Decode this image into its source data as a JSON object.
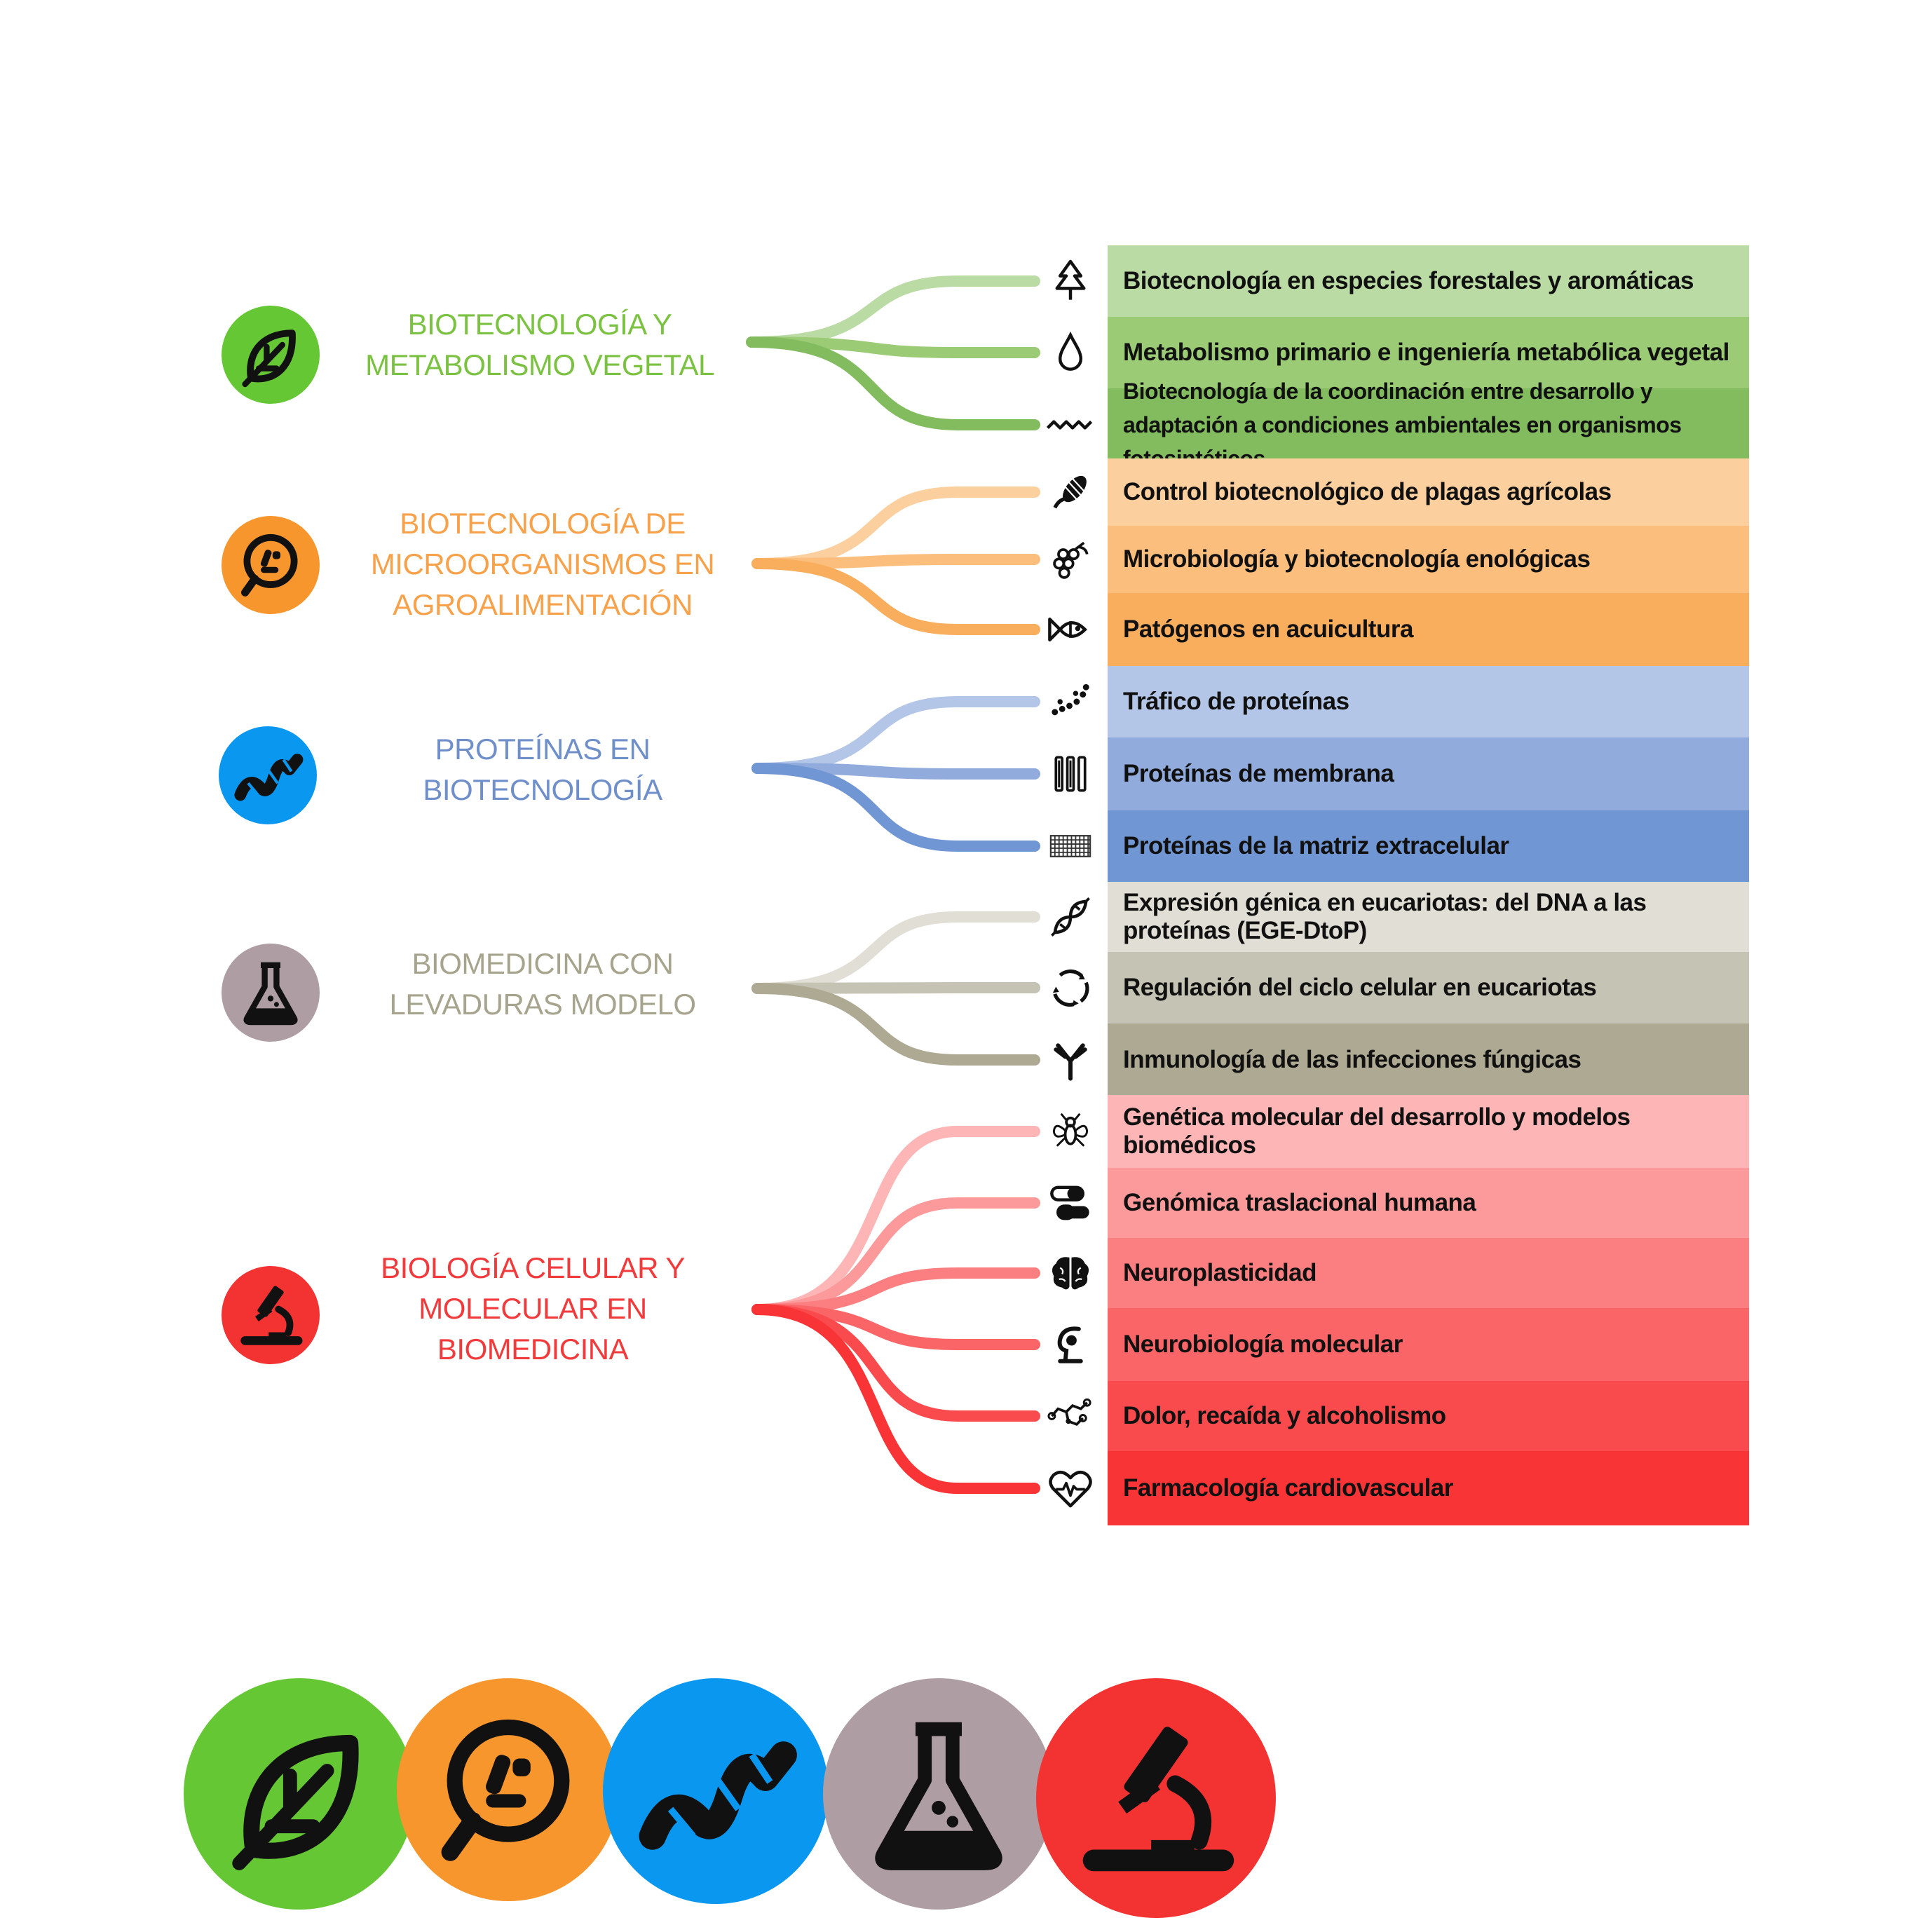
{
  "groups": [
    {
      "title_lines": [
        "BIOTECNOLOGÍA Y",
        "METABOLISMO VEGETAL"
      ],
      "color": "#7CC242",
      "icon": "leaf-icon",
      "icon_bg": "#65C734",
      "rows": [
        {
          "label": "Biotecnología en especies forestales y aromáticas",
          "bg": "#BBDBA5",
          "icon": "tree-icon"
        },
        {
          "label": "Metabolismo primario e ingeniería metabólica vegetal",
          "bg": "#9BCB75",
          "icon": "drop-icon"
        },
        {
          "label": "Biotecnología de la coordinación entre desarrollo y adaptación a condiciones ambientales en organismos fotosintéticos",
          "bg": "#82BC5E",
          "icon": "wave-icon"
        }
      ]
    },
    {
      "title_lines": [
        "BIOTECNOLOGÍA DE",
        "MICROORGANISMOS EN",
        "AGROALIMENTACIÓN"
      ],
      "color": "#F7A14A",
      "icon": "bacteria-icon",
      "icon_bg": "#F8962E",
      "rows": [
        {
          "label": "Control biotecnológico de plagas agrícolas",
          "bg": "#FCCF9E",
          "icon": "corn-icon"
        },
        {
          "label": "Microbiología y biotecnología enológicas",
          "bg": "#FBBE7D",
          "icon": "grapes-icon"
        },
        {
          "label": "Patógenos en acuicultura",
          "bg": "#F9AE5E",
          "icon": "fish-icon"
        }
      ]
    },
    {
      "title_lines": [
        "PROTEÍNAS EN",
        "BIOTECNOLOGÍA"
      ],
      "color": "#6F8FCB",
      "icon": "protein-icon",
      "icon_bg": "#0A97F0",
      "rows": [
        {
          "label": "Tráfico de proteínas",
          "bg": "#B4C6E7",
          "icon": "dots-icon"
        },
        {
          "label": "Proteínas de membrana",
          "bg": "#91ABDC",
          "icon": "membrane-icon"
        },
        {
          "label": "Proteínas de la matriz extracelular",
          "bg": "#7196D4",
          "icon": "matrix-icon"
        }
      ]
    },
    {
      "title_lines": [
        "BIOMEDICINA CON",
        "LEVADURAS MODELO"
      ],
      "color": "#A7A48E",
      "icon": "flask-icon",
      "icon_bg": "#AE9EA4",
      "rows": [
        {
          "label": "Expresión génica en eucariotas: del DNA a las proteínas (EGE-DtoP)",
          "bg": "#E1DED5",
          "icon": "dna-icon"
        },
        {
          "label": "Regulación del ciclo celular en eucariotas",
          "bg": "#C5C3B3",
          "icon": "cycle-icon"
        },
        {
          "label": "Inmunología de las infecciones fúngicas",
          "bg": "#AEA992",
          "icon": "antibody-icon"
        }
      ]
    },
    {
      "title_lines": [
        "BIOLOGÍA CELULAR Y",
        "MOLECULAR EN",
        "BIOMEDICINA"
      ],
      "color": "#F03A3C",
      "icon": "microscope-icon",
      "icon_bg": "#F33232",
      "rows": [
        {
          "label": "Genética molecular del desarrollo y modelos biomédicos",
          "bg": "#FDB5B6",
          "icon": "fly-icon"
        },
        {
          "label": "Genómica traslacional humana",
          "bg": "#FC9A9B",
          "icon": "pill-icon"
        },
        {
          "label": "Neuroplasticidad",
          "bg": "#FB7F81",
          "icon": "brain-icon"
        },
        {
          "label": "Neurobiología molecular",
          "bg": "#FA6567",
          "icon": "neuron-icon"
        },
        {
          "label": "Dolor, recaída y alcoholismo",
          "bg": "#F94B4E",
          "icon": "molecule-icon"
        },
        {
          "label": "Farmacología cardiovascular",
          "bg": "#F83436",
          "icon": "heart-icon"
        }
      ]
    }
  ],
  "bottom_icons": [
    {
      "icon": "leaf-icon",
      "bg": "#65C734"
    },
    {
      "icon": "bacteria-icon",
      "bg": "#F8962E"
    },
    {
      "icon": "protein-icon",
      "bg": "#0A97F0"
    },
    {
      "icon": "flask-icon",
      "bg": "#AE9EA4"
    },
    {
      "icon": "microscope-icon",
      "bg": "#F33232"
    }
  ]
}
